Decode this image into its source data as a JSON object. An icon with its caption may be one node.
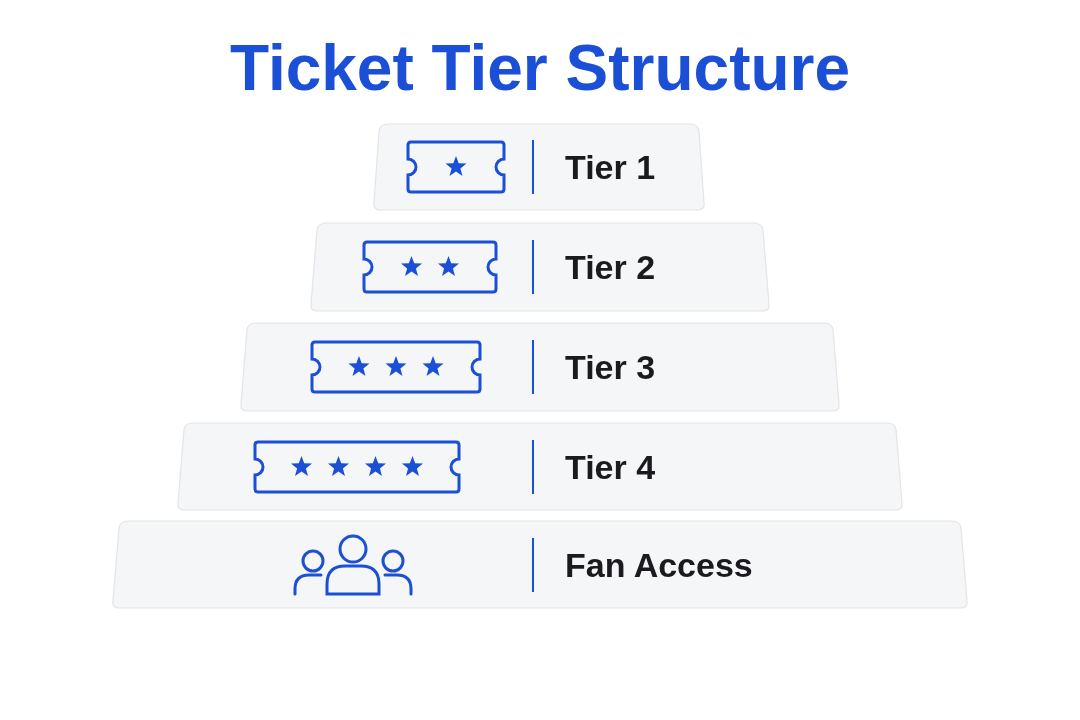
{
  "diagram": {
    "title": "Ticket Tier Structure",
    "nodes": [
      {
        "text": [
          "Tier 1"
        ]
      },
      {
        "text": [
          "Tier 2"
        ]
      },
      {
        "text": [
          "Tier 3"
        ]
      },
      {
        "text": [
          "Tier 4"
        ]
      },
      {
        "text": [
          "Fan Access"
        ]
      }
    ]
  }
}
